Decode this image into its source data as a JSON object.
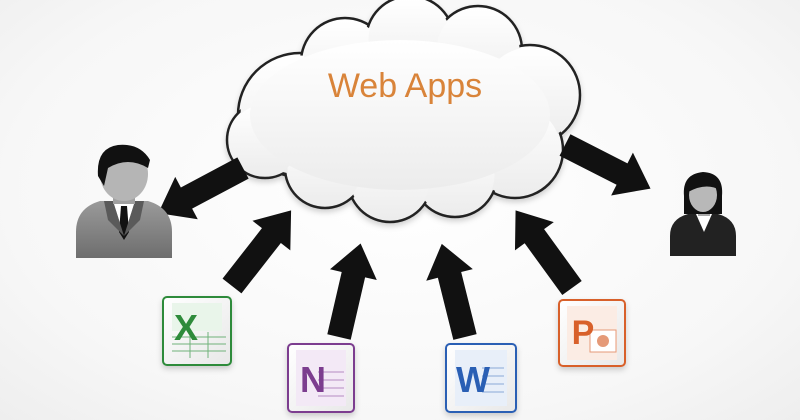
{
  "diagram": {
    "cloud_label": "Web Apps",
    "colors": {
      "cloud_label": "#d9843a",
      "arrows": "#111111",
      "excel": "#2e8b3a",
      "onenote": "#7b3d8f",
      "word": "#2b5fb4",
      "powerpoint": "#d8612a"
    },
    "apps": [
      {
        "icon": "excel-icon",
        "letter": "X"
      },
      {
        "icon": "onenote-icon",
        "letter": "N"
      },
      {
        "icon": "word-icon",
        "letter": "W"
      },
      {
        "icon": "powerpoint-icon",
        "letter": "P"
      }
    ],
    "users": [
      {
        "icon": "businessman-icon"
      },
      {
        "icon": "businesswoman-icon"
      }
    ]
  }
}
